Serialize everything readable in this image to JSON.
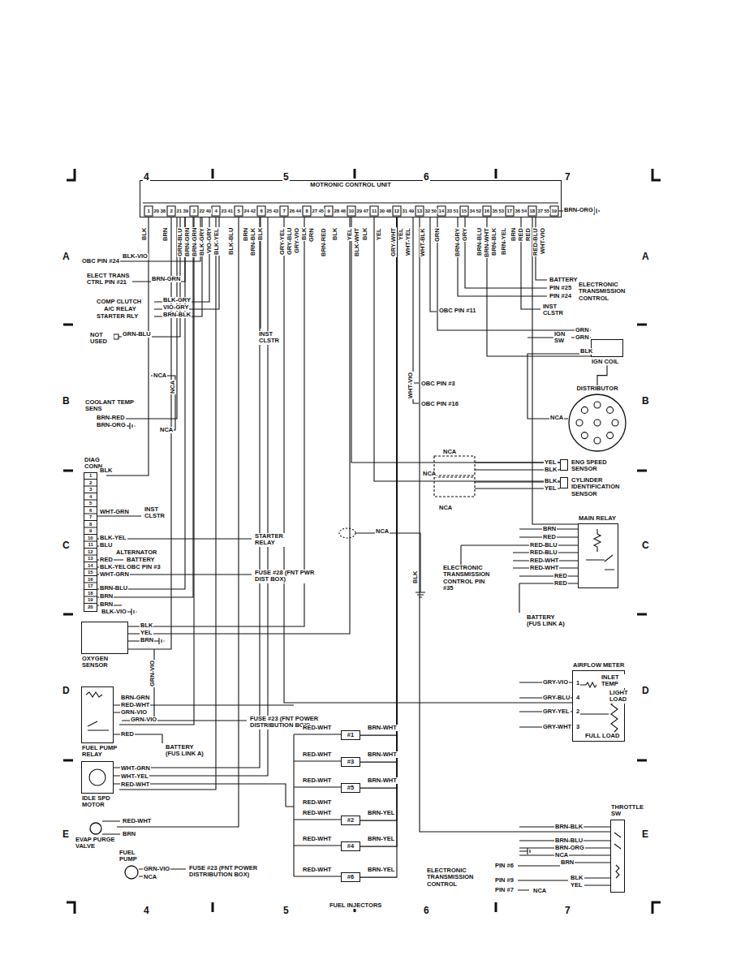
{
  "diagram": {
    "nodes": [
      {
        "text": [
          "MOTRONIC CONTROL UNIT"
        ]
      },
      {
        "text": [
          "IGN COIL"
        ]
      },
      {
        "text": [
          "DISTRIBUTOR"
        ]
      },
      {
        "text": [
          "DIAG CONN"
        ]
      },
      {
        "text": [
          "ENG SPEED SENSOR"
        ]
      },
      {
        "text": [
          "CYLINDER IDENTIFICATION SENSOR"
        ]
      },
      {
        "text": [
          "MAIN RELAY"
        ]
      },
      {
        "text": [
          "OXYGEN SENSOR"
        ]
      },
      {
        "text": [
          "AIRFLOW METER"
        ]
      },
      {
        "text": [
          "FUEL PUMP RELAY"
        ]
      },
      {
        "text": [
          "IDLE SPD MOTOR"
        ]
      },
      {
        "text": [
          "EVAP PURGE VALVE"
        ]
      },
      {
        "text": [
          "FUEL PUMP"
        ]
      },
      {
        "text": [
          "#1"
        ]
      },
      {
        "text": [
          "#3"
        ]
      },
      {
        "text": [
          "#5"
        ]
      },
      {
        "text": [
          "#2"
        ]
      },
      {
        "text": [
          "#4"
        ]
      },
      {
        "text": [
          "#6"
        ]
      },
      {
        "text": [
          "THROTTLE SW"
        ]
      }
    ],
    "edges": [
      {
        "from": 0,
        "to": 1,
        "arrow": "none"
      },
      {
        "from": 1,
        "to": 2,
        "arrow": "none"
      },
      {
        "from": 0,
        "to": 3,
        "arrow": "none"
      },
      {
        "from": 0,
        "to": 4,
        "arrow": "none"
      },
      {
        "from": 0,
        "to": 5,
        "arrow": "none"
      },
      {
        "from": 0,
        "to": 6,
        "arrow": "none"
      },
      {
        "from": 0,
        "to": 7,
        "arrow": "none"
      },
      {
        "from": 0,
        "to": 8,
        "arrow": "none"
      },
      {
        "from": 0,
        "to": 9,
        "arrow": "none"
      },
      {
        "from": 0,
        "to": 10,
        "arrow": "none"
      },
      {
        "from": 0,
        "to": 11,
        "arrow": "none"
      },
      {
        "from": 0,
        "to": 13,
        "arrow": "none"
      },
      {
        "from": 0,
        "to": 14,
        "arrow": "none"
      },
      {
        "from": 0,
        "to": 15,
        "arrow": "none"
      },
      {
        "from": 0,
        "to": 16,
        "arrow": "none"
      },
      {
        "from": 0,
        "to": 17,
        "arrow": "none"
      },
      {
        "from": 0,
        "to": 18,
        "arrow": "none"
      },
      {
        "from": 0,
        "to": 19,
        "arrow": "none"
      }
    ],
    "labels": [
      "4",
      "5",
      "6",
      "7",
      "4",
      "5",
      "6",
      "7",
      "A",
      "B",
      "C",
      "D",
      "E",
      "A",
      "B",
      "C",
      "D",
      "E",
      "1",
      "20",
      "38",
      "2",
      "21",
      "39",
      "3",
      "22",
      "40",
      "4",
      "23",
      "41",
      "5",
      "24",
      "42",
      "6",
      "25",
      "43",
      "7",
      "26",
      "44",
      "8",
      "27",
      "45",
      "9",
      "28",
      "46",
      "10",
      "29",
      "47",
      "11",
      "30",
      "48",
      "12",
      "31",
      "49",
      "13",
      "32",
      "50",
      "14",
      "33",
      "51",
      "15",
      "34",
      "52",
      "16",
      "35",
      "53",
      "17",
      "36",
      "54",
      "18",
      "37",
      "55",
      "19",
      "BLK",
      "BRN",
      "GRN-BLU",
      "BRN-GRN",
      "BRN-GRN",
      "BLK-GRY",
      "VIO-GRY",
      "BLK-YEL",
      "BLK-BLU",
      "BRN",
      "BRN-BLK",
      "BLK",
      "GRY-YEL",
      "GRY-BLU",
      "GRY-VIO",
      "BLK",
      "GRN",
      "BRN-RED",
      "BLK",
      "YEL",
      "BLK-WHT",
      "BLK",
      "YEL",
      "GRY-WHT",
      "YEL",
      "WHT-YEL",
      "WHT-BLK",
      "GRN",
      "BRN-GRY",
      "GRY",
      "BRN-BLU",
      "BRN-WHT",
      "BRN-BLK",
      "BRN-YEL",
      "BRN",
      "RED",
      "RED",
      "RED-BLU",
      "WHT-VIO",
      "1",
      "2",
      "3",
      "4",
      "5",
      "6",
      "7",
      "8",
      "9",
      "10",
      "11",
      "12",
      "13",
      "14",
      "15",
      "16",
      "17",
      "18",
      "19",
      "20",
      "BRN-ORG",
      "OBC PIN #24",
      "BLK-VIO",
      "ELECT TRANS CTRL PIN #21",
      "BRN-GRN",
      "COMP CLUTCH",
      "BLK-GRY",
      "A/C RELAY",
      "VIO-GRY",
      "STARTER RLY",
      "BRN-BLK",
      "NOT USED",
      "GRN-BLU",
      "INST CLSTR",
      "NCA",
      "NCA",
      "NCA",
      "COOLANT TEMP SENS",
      "BRN-RED",
      "BRN-ORG",
      "BLK",
      "WHT-GRN",
      "INST CLSTR",
      "BLK-YEL",
      "BLU",
      "STARTER RELAY",
      "ALTERNATOR",
      "RED",
      "BATTERY",
      "BLK-YEL",
      "OBC PIN #3",
      "WHT-GRN",
      "FUSE #28 (FNT PWR DIST BOX)",
      "BRN-BLU",
      "BRN",
      "BRN",
      "BLK-VIO",
      "BLK",
      "YEL",
      "BRN",
      "GRN-VIO",
      "BRN-GRN",
      "RED-WHT",
      "GRN-VIO",
      "GRN-VIO",
      "FUSE #23 (FNT POWER DISTRIBUTION BOX)",
      "RED",
      "BATTERY (FUS LINK A)",
      "WHT-GRN",
      "WHT-YEL",
      "RED-WHT",
      "RED-WHT",
      "BRN",
      "GRN-VIO",
      "NCA",
      "FUSE #23 (FNT POWER DISTRIBUTION BOX)",
      "RED-WHT",
      "BRN-WHT",
      "RED-WHT",
      "BRN-WHT",
      "RED-WHT",
      "BRN-WHT",
      "RED-WHT",
      "RED-WHT",
      "BRN-YEL",
      "RED-WHT",
      "BRN-YEL",
      "RED-WHT",
      "BRN-YEL",
      "FUEL INJECTORS",
      "BATTERY",
      "PIN #25",
      "PIN #24",
      "ELECTRONIC TRANSMISSION CONTROL",
      "INST CLSTR",
      "OBC PIN #11",
      "OBC PIN #3",
      "OBC PIN #16",
      "WHT-VIO",
      "GRN",
      "GRN",
      "IGN SW",
      "BLK",
      "NCA",
      "NCA",
      "NCA",
      "NCA",
      "NCA",
      "BLK",
      "YEL",
      "BLK",
      "BLK",
      "YEL",
      "BRN",
      "RED",
      "RED-BLU",
      "RED-BLU",
      "RED-WHT",
      "RED-WHT",
      "RED",
      "RED",
      "ELECTRONIC TRANSMISSION CONTROL PIN #35",
      "BATTERY (FUS LINK A)",
      "INLET TEMP",
      "LIGHT LOAD",
      "FULL LOAD",
      "1",
      "4",
      "2",
      "3",
      "GRY-VIO",
      "GRY-BLU",
      "GRY-YEL",
      "GRY-WHT",
      "BRN-BLK",
      "BRN-BLU",
      "BRN-ORG",
      "NCA",
      "BRN",
      "BLK",
      "YEL",
      "ELECTRONIC TRANSMISSION CONTROL",
      "PIN #6",
      "PIN #9",
      "PIN #7",
      "NCA"
    ]
  }
}
